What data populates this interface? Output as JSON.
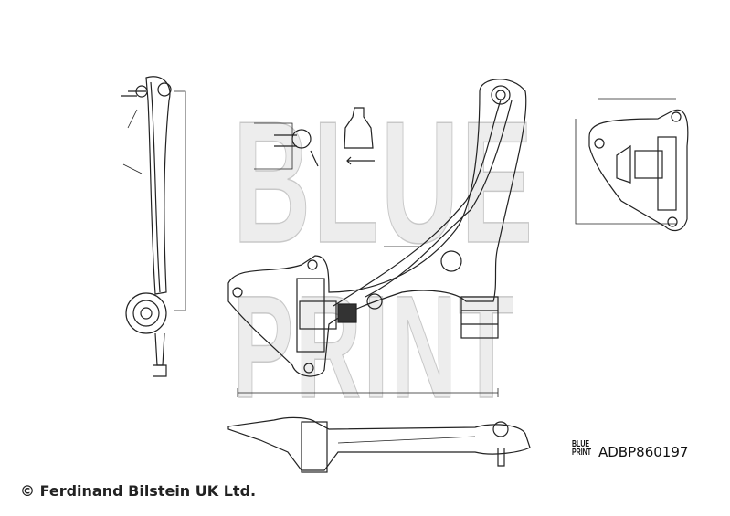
{
  "watermark": {
    "line1": "BLUE",
    "line2": "PRINT"
  },
  "logo": {
    "line1": "BLUE",
    "line2": "PRINT"
  },
  "part_number": "ADBP860197",
  "copyright": "© Ferdinand Bilstein UK Ltd."
}
